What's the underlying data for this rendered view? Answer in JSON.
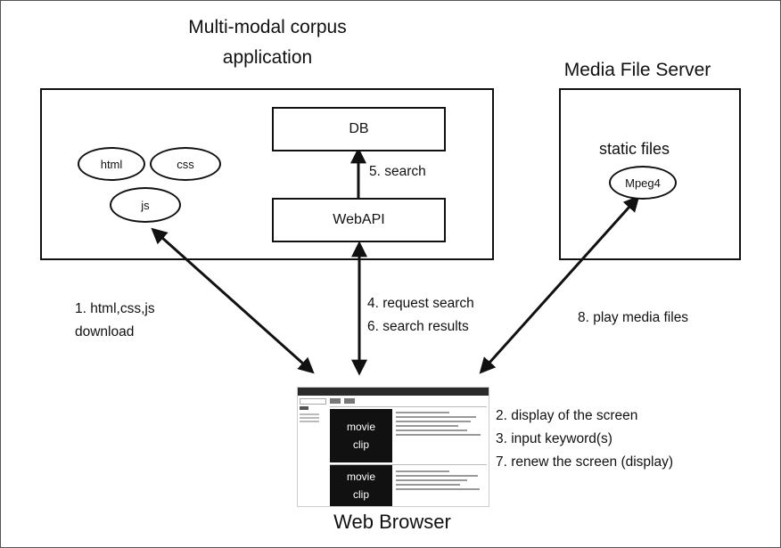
{
  "titles": {
    "app": "Multi-modal corpus\napplication",
    "media_server": "Media File Server",
    "browser": "Web Browser"
  },
  "nodes": {
    "db": "DB",
    "webapi": "WebAPI",
    "static_files": "static files",
    "mpeg4": "Mpeg4",
    "html": "html",
    "css": "css",
    "js": "js"
  },
  "steps": {
    "s1": "1. html,css,js\ndownload",
    "s5": "5. search",
    "s4_6": "4. request search\n6. search results",
    "s8": "8. play media files",
    "s2": "2. display of the screen",
    "s3": "3. input keyword(s)",
    "s7": "7. renew the screen (display)"
  },
  "screenshot": {
    "clip1": "movie\nclip",
    "clip2": "movie\nclip"
  }
}
